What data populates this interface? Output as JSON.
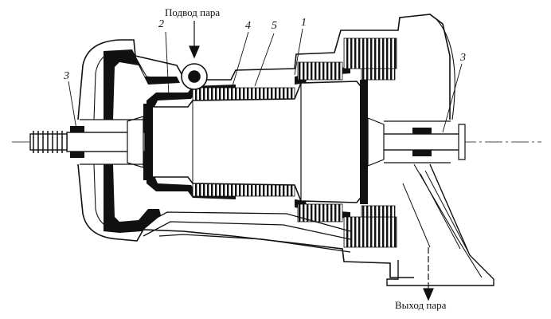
{
  "labels": {
    "steam_inlet": "Подвод пара",
    "steam_outlet": "Выход пара"
  },
  "callouts": {
    "n1": "1",
    "n2": "2",
    "n3_left": "3",
    "n3_right": "3",
    "n4": "4",
    "n5": "5"
  },
  "colors": {
    "ink": "#111111",
    "fill": "#111111",
    "paper": "#ffffff"
  }
}
